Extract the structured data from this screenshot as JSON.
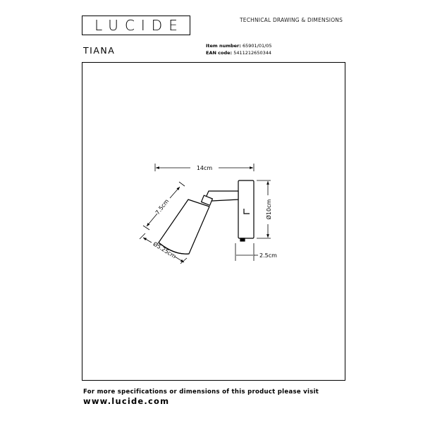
{
  "header": {
    "logo_text": "LUCIDE",
    "doc_type": "TECHNICAL DRAWING & DIMENSIONS"
  },
  "product": {
    "name": "TIANA",
    "item_label": "Item number:",
    "item_number": "65901/01/05",
    "ean_label": "EAN code:",
    "ean_code": "5411212650344"
  },
  "dimensions": {
    "width": "14cm",
    "shade_length": "7.5cm",
    "shade_diameter": "Ø5.25cm",
    "plate_height": "Ø10cm",
    "plate_depth": "2.5cm"
  },
  "footer": {
    "text": "For more specifications or dimensions of this product please visit",
    "url": "www.lucide.com"
  }
}
